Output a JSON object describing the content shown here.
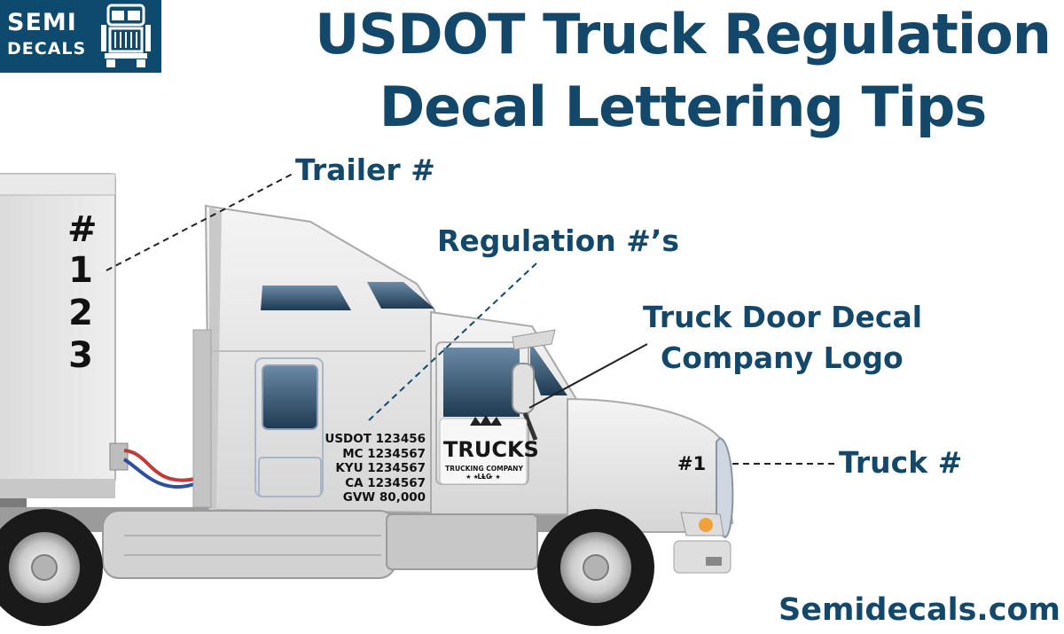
{
  "logo": {
    "line1": "SEMI",
    "line2": "DECALS"
  },
  "title": {
    "line1": "USDOT Truck Regulation",
    "line2": "Decal Lettering Tips"
  },
  "callouts": {
    "trailer": "Trailer #",
    "regulation": "Regulation #’s",
    "door_line1": "Truck Door Decal",
    "door_line2": "Company Logo",
    "truck": "Truck #"
  },
  "trailer_number": [
    "#",
    "1",
    "2",
    "3"
  ],
  "regulation_numbers": [
    "USDOT 123456",
    "MC 1234567",
    "KYU 1234567",
    "CA 1234567",
    "GVW 80,000"
  ],
  "door_logo": {
    "name": "TRUCKS",
    "subtitle": "TRUCKING COMPANY LLC",
    "stars": "★★★★★"
  },
  "truck_number": "#1",
  "website": "Semidecals.com",
  "colors": {
    "brand": "#13486b",
    "logo_bg": "#0e4a6e",
    "truck_body": "#e6e6e6",
    "window": "#2f4860"
  }
}
